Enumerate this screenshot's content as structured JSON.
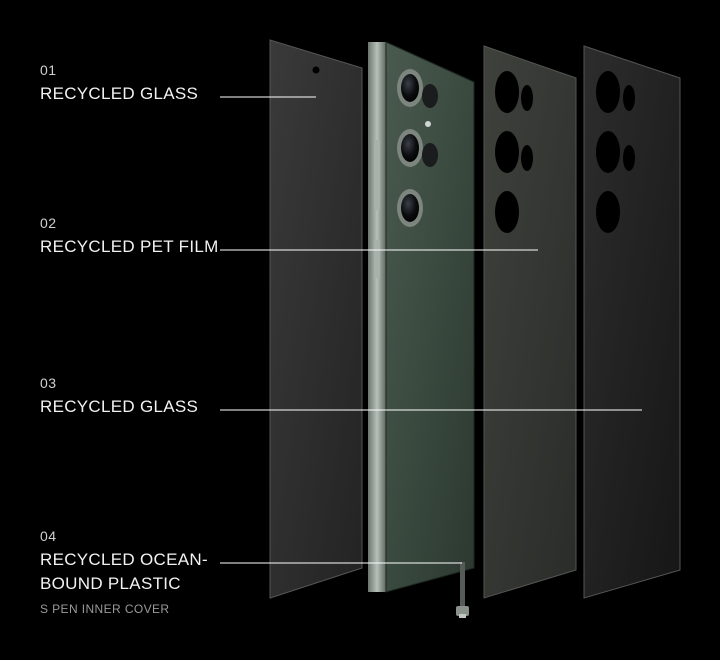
{
  "callouts": [
    {
      "number": "01",
      "title": "RECYCLED GLASS"
    },
    {
      "number": "02",
      "title": "RECYCLED PET FILM"
    },
    {
      "number": "03",
      "title": "RECYCLED GLASS"
    },
    {
      "number": "04",
      "title_line1": "RECYCLED OCEAN-",
      "title_line2": "BOUND PLASTIC",
      "subtitle": "S PEN INNER COVER"
    }
  ],
  "colors": {
    "background": "#000000",
    "phone_back": "#3b4a40",
    "phone_frame": "#8f9a92",
    "glass_panel": "#2c2c2c",
    "film_panel": "#343632",
    "cover_panel": "#1f1f1f",
    "leader_line": "#ffffff"
  }
}
